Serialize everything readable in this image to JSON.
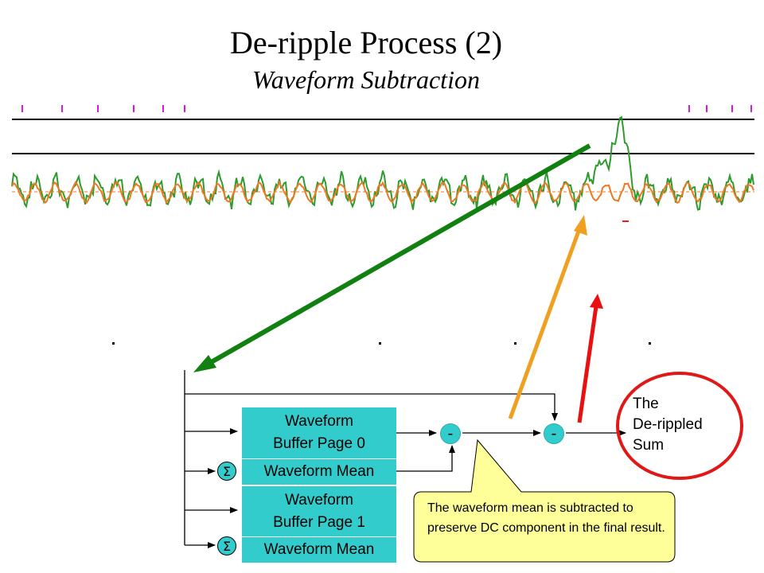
{
  "title": "De-ripple Process (2)",
  "subtitle": "Waveform Subtraction",
  "diagram": {
    "buffer0_line1": "Waveform",
    "buffer0_line2": "Buffer Page 0",
    "mean0": "Waveform Mean",
    "buffer1_line1": "Waveform",
    "buffer1_line2": "Buffer Page 1",
    "mean1": "Waveform Mean",
    "sigma": "Σ",
    "minus": "-",
    "result_line1": "The",
    "result_line2": "De-rippled",
    "result_line3": "Sum",
    "callout": "The waveform mean is subtracted to preserve DC component in the final result."
  },
  "colors": {
    "box_fill": "#33cccc",
    "green_wave": "#2d9b2d",
    "orange_wave": "#f07820",
    "green_arrow": "#108010",
    "orange_arrow": "#f0a020",
    "red_arrow": "#e81010",
    "red_ellipse": "#e01818",
    "callout_fill": "#ffff99",
    "red_marker": "#e02020",
    "magenta_marker": "#d020d0"
  }
}
